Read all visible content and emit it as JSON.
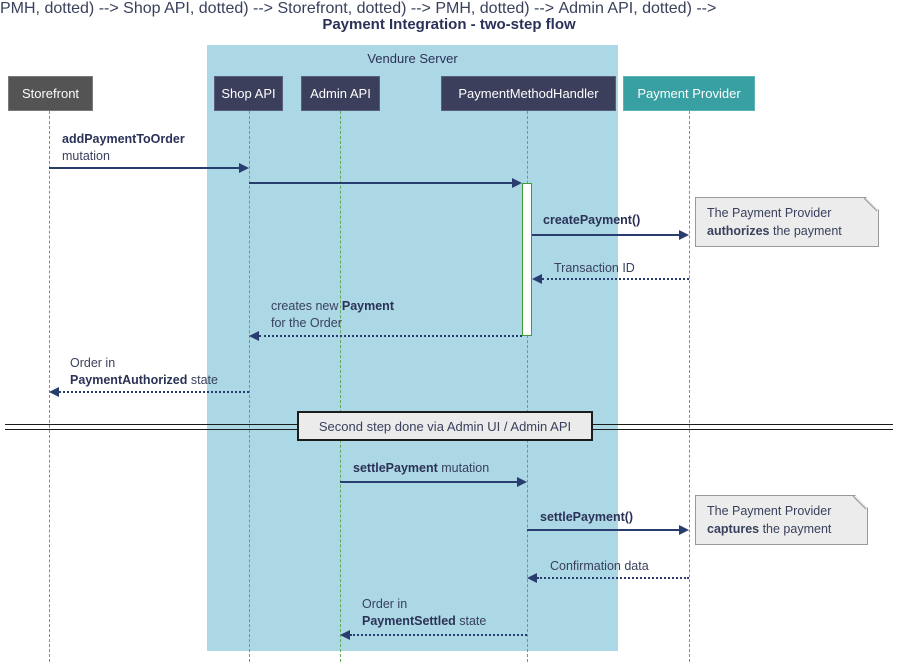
{
  "diagram": {
    "title": "Payment Integration - two-step flow",
    "container_label": "Vendure Server"
  },
  "participants": {
    "storefront": "Storefront",
    "shop_api": "Shop API",
    "admin_api": "Admin API",
    "payment_method_handler": "PaymentMethodHandler",
    "payment_provider": "Payment Provider"
  },
  "messages": {
    "add_payment": {
      "name": "addPaymentToOrder",
      "line2": "mutation"
    },
    "create_payment": {
      "name": "createPayment()"
    },
    "transaction_id": {
      "label": "Transaction ID"
    },
    "creates_payment": {
      "prefix": "creates new ",
      "name": "Payment",
      "line2": "for the Order"
    },
    "order_authorized": {
      "line1": "Order in",
      "name": "PaymentAuthorized",
      "suffix": " state"
    },
    "settle_mutation": {
      "name": "settlePayment",
      "suffix": " mutation"
    },
    "settle_call": {
      "name": "settlePayment()"
    },
    "confirmation": {
      "label": "Confirmation data"
    },
    "order_settled": {
      "line1": "Order in",
      "name": "PaymentSettled",
      "suffix": " state"
    }
  },
  "notes": {
    "authorize": {
      "line1": "The Payment Provider",
      "bold": "authorizes",
      "rest": " the payment"
    },
    "capture": {
      "line1": "The Payment Provider",
      "bold": "captures",
      "rest": " the payment"
    }
  },
  "divider": {
    "label": "Second step done via Admin UI / Admin API"
  },
  "colors": {
    "container_blue": "#ACD7E5",
    "participant_navy": "#3B3F5B",
    "provider_teal": "#38A0A2",
    "storefront_gray": "#545454",
    "lifeline_green": "#62A857",
    "arrow_navy": "#283C6E",
    "note_gray": "#ECECEC"
  }
}
